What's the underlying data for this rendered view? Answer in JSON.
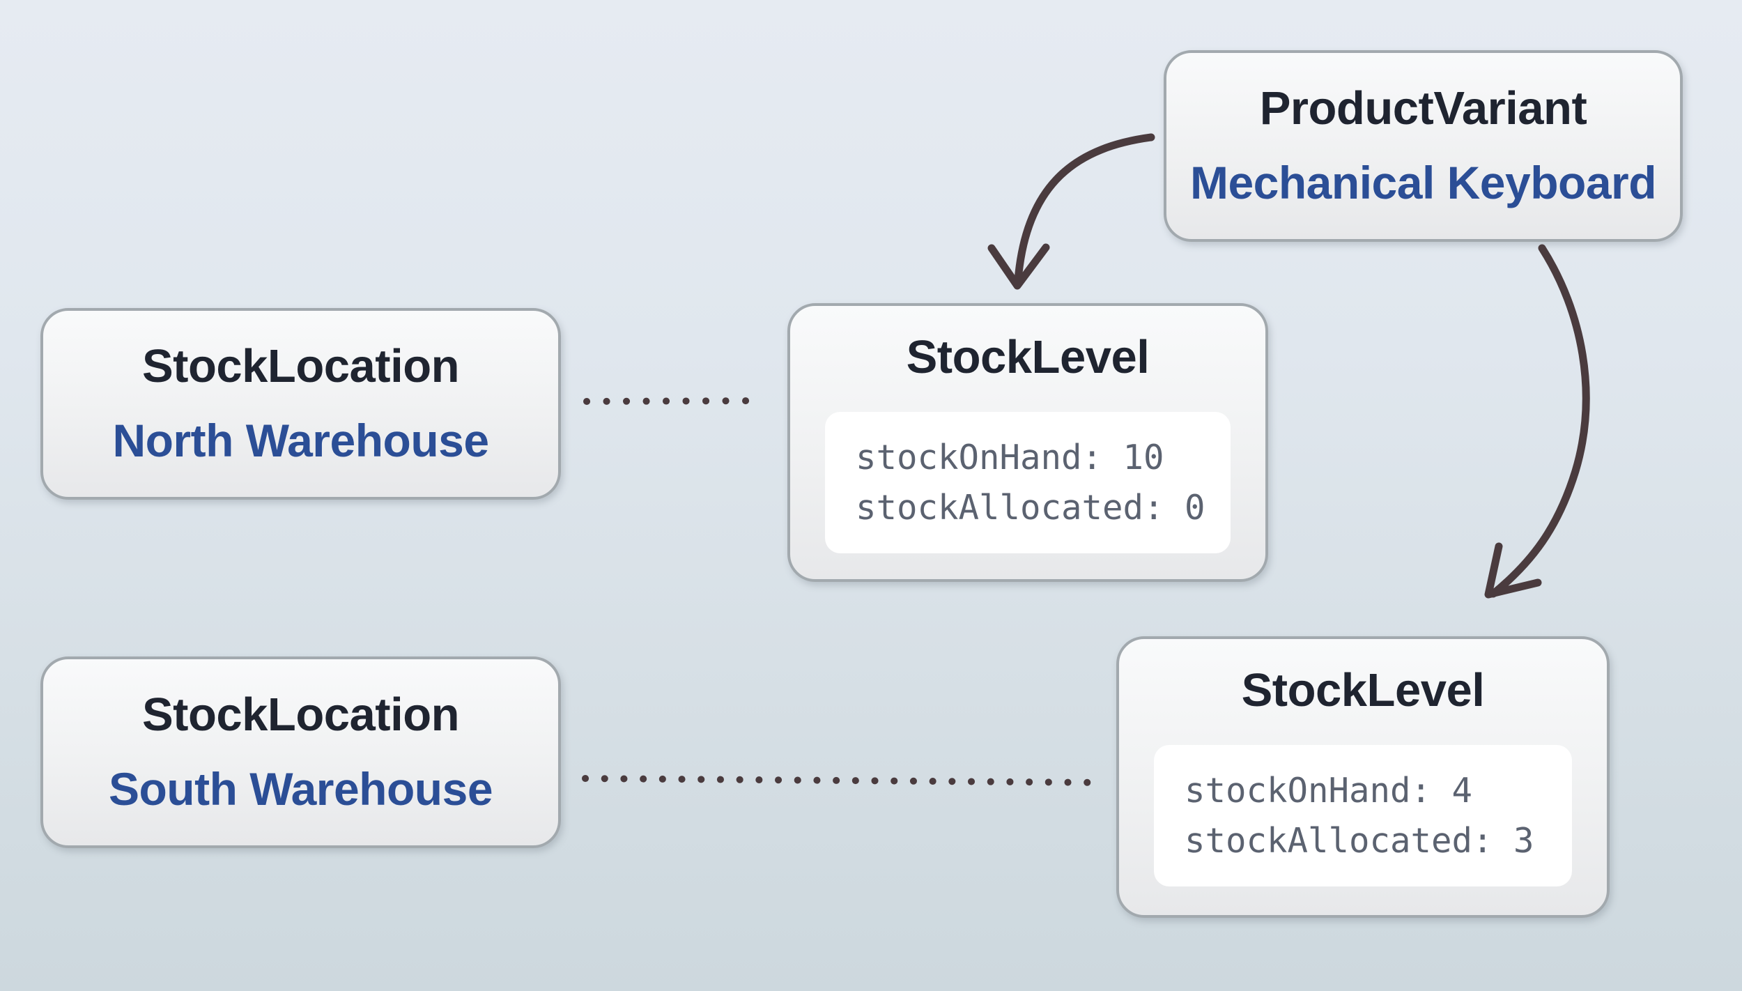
{
  "diagram": {
    "product_variant": {
      "type_label": "ProductVariant",
      "instance_label": "Mechanical Keyboard"
    },
    "stock_location_north": {
      "type_label": "StockLocation",
      "instance_label": "North Warehouse"
    },
    "stock_location_south": {
      "type_label": "StockLocation",
      "instance_label": "South Warehouse"
    },
    "stock_level_north": {
      "type_label": "StockLevel",
      "code_line_1": "stockOnHand: 10",
      "code_line_2": "stockAllocated: 0",
      "stockOnHand": 10,
      "stockAllocated": 0
    },
    "stock_level_south": {
      "type_label": "StockLevel",
      "code_line_1": "stockOnHand: 4",
      "code_line_2": "stockAllocated: 3",
      "stockOnHand": 4,
      "stockAllocated": 3
    },
    "connections": [
      {
        "from": "ProductVariant",
        "to": "StockLevel (north)",
        "style": "curved-arrow"
      },
      {
        "from": "ProductVariant",
        "to": "StockLevel (south)",
        "style": "curved-arrow"
      },
      {
        "from": "StockLocation North Warehouse",
        "to": "StockLevel (north)",
        "style": "dotted-line"
      },
      {
        "from": "StockLocation South Warehouse",
        "to": "StockLevel (south)",
        "style": "dotted-line"
      }
    ]
  },
  "colors": {
    "background_top": "#e6ebf2",
    "background_bottom": "#cdd8de",
    "node_border": "#a2a9ae",
    "title_text": "#1f2430",
    "instance_text": "#2b4e96",
    "code_text": "#5b6270",
    "code_bg": "#ffffff",
    "connector": "#4a3b3e"
  }
}
